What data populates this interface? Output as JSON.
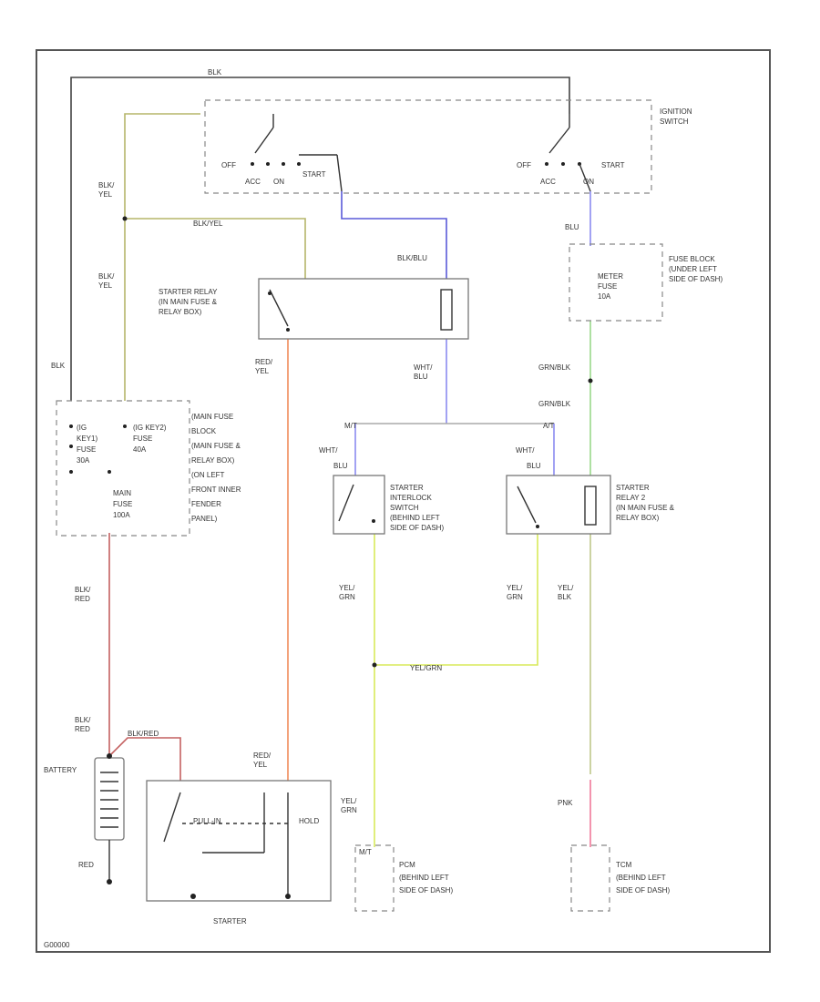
{
  "colors": {
    "blk": "#444444",
    "blk_yel": "#b5b56a",
    "blk_blu": "#5a5ad8",
    "blu": "#8a8af0",
    "red_yel": "#f08a5a",
    "blk_red": "#c46060",
    "yel_grn": "#d8ea5a",
    "grn_blk": "#9ad88a",
    "yel_blk": "#c0c88a",
    "pnk": "#f07a9a",
    "gray_wire": "#aaaaaa"
  },
  "labels": {
    "wire_blk_top": "BLK",
    "wire_blk_yel_1a": "BLK/",
    "wire_blk_yel_1b": "YEL",
    "wire_blk_yel_h": "BLK/YEL",
    "wire_blk_yel_2a": "BLK/",
    "wire_blk_yel_2b": "YEL",
    "wire_blk_left": "BLK",
    "wire_blk_blu": "BLK/BLU",
    "wire_blu": "BLU",
    "wire_red_yel_a": "RED/",
    "wire_red_yel_b": "YEL",
    "wire_wht_blu_a": "WHT/",
    "wire_wht_blu_b": "BLU",
    "wire_grn_blk_1": "GRN/BLK",
    "wire_grn_blk_2": "GRN/BLK",
    "wire_mt": "M/T",
    "wire_at": "A/T",
    "wire_wht_blu_l_a": "WHT/",
    "wire_wht_blu_l_b": "BLU",
    "wire_wht_blu_r_a": "WHT/",
    "wire_wht_blu_r_b": "BLU",
    "wire_blk_red_1a": "BLK/",
    "wire_blk_red_1b": "RED",
    "wire_blk_red_2a": "BLK/",
    "wire_blk_red_2b": "RED",
    "wire_blk_red_h": "BLK/RED",
    "wire_yel_grn_1a": "YEL/",
    "wire_yel_grn_1b": "GRN",
    "wire_yel_grn_2a": "YEL/",
    "wire_yel_grn_2b": "GRN",
    "wire_yel_blk_a": "YEL/",
    "wire_yel_blk_b": "BLK",
    "wire_yel_grn_h": "YEL/GRN",
    "wire_red_yel_2a": "RED/",
    "wire_red_yel_2b": "YEL",
    "wire_yel_grn_3a": "YEL/",
    "wire_yel_grn_3b": "GRN",
    "wire_pnk": "PNK",
    "wire_red_ground": "RED",
    "ign_line1": "IGNITION",
    "ign_line2": "SWITCH",
    "ign_l_off": "OFF",
    "ign_l_acc": "ACC",
    "ign_l_on": "ON",
    "ign_l_start": "START",
    "ign_r_off": "OFF",
    "ign_r_acc": "ACC",
    "ign_r_on": "ON",
    "ign_r_start": "START",
    "fb_line1": "FUSE BLOCK",
    "fb_line2": "(UNDER LEFT",
    "fb_line3": "SIDE OF DASH)",
    "meter_fuse_1": "METER",
    "meter_fuse_2": "FUSE",
    "meter_fuse_3": "10A",
    "relay1_line1": "STARTER RELAY",
    "relay1_line2": "(IN MAIN FUSE &",
    "relay1_line3": "RELAY BOX)",
    "mainfuse_line1": "(MAIN FUSE",
    "mainfuse_line2": "BLOCK",
    "mainfuse_line3": "(MAIN FUSE &",
    "mainfuse_line4": "RELAY BOX)",
    "mainfuse_line5": "(ON LEFT",
    "mainfuse_line6": "FRONT INNER",
    "mainfuse_line7": "FENDER",
    "mainfuse_line8": "PANEL)",
    "fuse_a_1": "(IG",
    "fuse_a_2": "KEY1)",
    "fuse_a_3": "FUSE",
    "fuse_a_4": "30A",
    "fuse_b_1": "(IG KEY2)",
    "fuse_b_2": "FUSE",
    "fuse_b_3": "40A",
    "fuse_c_1": "MAIN",
    "fuse_c_2": "FUSE",
    "fuse_c_3": "100A",
    "interlock_1": "STARTER",
    "interlock_2": "INTERLOCK",
    "interlock_3": "SWITCH",
    "interlock_4": "(BEHIND LEFT",
    "interlock_5": "SIDE OF DASH)",
    "relay2_1": "STARTER",
    "relay2_2": "RELAY 2",
    "relay2_3": "(IN MAIN FUSE &",
    "relay2_4": "RELAY BOX)",
    "battery": "BATTERY",
    "pull_in": "PULL-IN",
    "hold": "HOLD",
    "starter": "STARTER",
    "pcm_1a": "PCM",
    "pcm_1b": "(BEHIND LEFT",
    "pcm_1c": "SIDE OF DASH)",
    "pcm_1_pin": "M/T",
    "tcm_1": "TCM",
    "tcm_2": "(BEHIND LEFT",
    "tcm_3": "SIDE OF DASH)",
    "footer_code": "G00000"
  }
}
